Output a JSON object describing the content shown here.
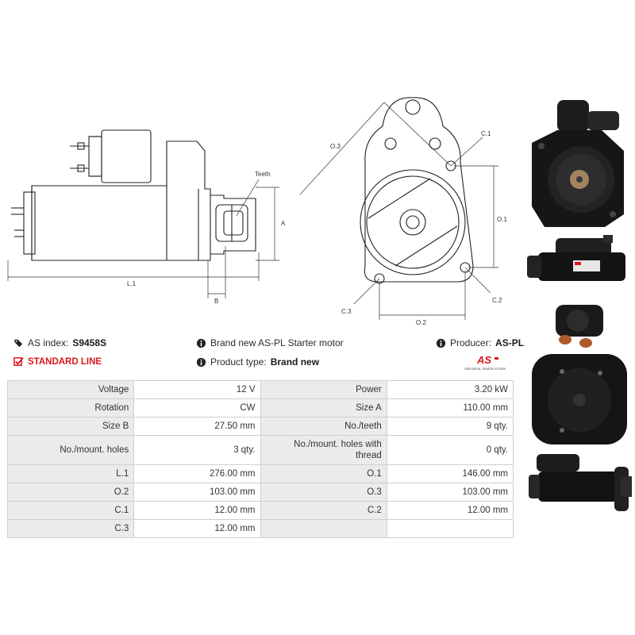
{
  "drawing": {
    "side": {
      "teeth": "Teeth",
      "a": "A",
      "b": "B",
      "l1": "L.1"
    },
    "front": {
      "o3": "O.3",
      "c1": "C.1",
      "o1": "O.1",
      "c3": "C.3",
      "c2": "C.2",
      "o2": "O.2"
    }
  },
  "info": {
    "as_index_label": "AS index:",
    "as_index_value": "S9458S",
    "standard_line": "STANDARD LINE",
    "description": "Brand new AS-PL Starter motor",
    "product_type_label": "Product type:",
    "product_type_value": "Brand new",
    "producer_label": "Producer:",
    "producer_value": "AS-PL"
  },
  "logo": {
    "brand": "AS",
    "tagline": "Alternators, Starters & Parts"
  },
  "colors": {
    "accent": "#d9161c",
    "label_bg": "#ebebeb",
    "border": "#cfcfcf"
  },
  "specs": [
    [
      "Voltage",
      "12 V",
      "Power",
      "3.20 kW"
    ],
    [
      "Rotation",
      "CW",
      "Size A",
      "110.00 mm"
    ],
    [
      "Size B",
      "27.50 mm",
      "No./teeth",
      "9 qty."
    ],
    [
      "No./mount. holes",
      "3 qty.",
      "No./mount. holes with thread",
      "0 qty."
    ],
    [
      "L.1",
      "276.00 mm",
      "O.1",
      "146.00 mm"
    ],
    [
      "O.2",
      "103.00 mm",
      "O.3",
      "103.00 mm"
    ],
    [
      "C.1",
      "12.00 mm",
      "C.2",
      "12.00 mm"
    ],
    [
      "C.3",
      "12.00 mm",
      "",
      ""
    ]
  ]
}
